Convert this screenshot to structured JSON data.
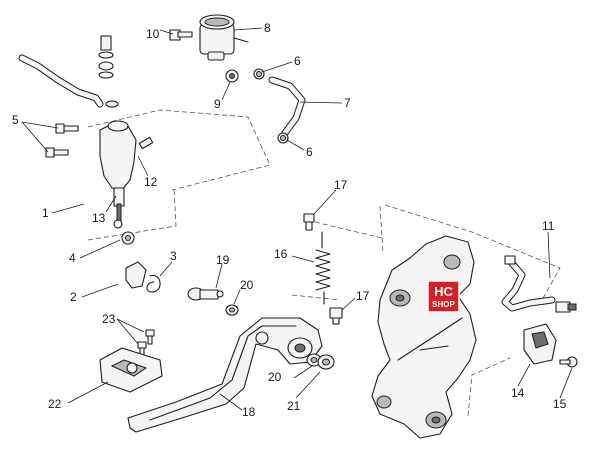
{
  "callouts": {
    "c1": "1",
    "c2": "2",
    "c3": "3",
    "c4": "4",
    "c5": "5",
    "c6a": "6",
    "c6b": "6",
    "c7": "7",
    "c8": "8",
    "c9": "9",
    "c10": "10",
    "c11": "11",
    "c12": "12",
    "c13": "13",
    "c14": "14",
    "c15": "15",
    "c16": "16",
    "c17a": "17",
    "c17b": "17",
    "c18": "18",
    "c19": "19",
    "c20a": "20",
    "c20b": "20",
    "c21": "21",
    "c22": "22",
    "c23": "23"
  },
  "watermark": {
    "line1": "HC",
    "line2": "SHOP",
    "color": "#d61f26"
  }
}
